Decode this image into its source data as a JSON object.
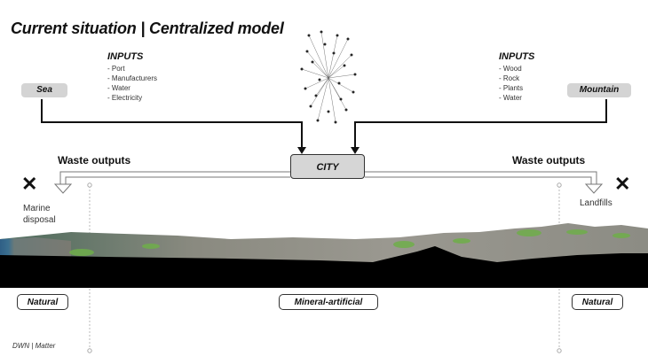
{
  "title": "Current situation | Centralized model",
  "left_inputs": {
    "heading": "INPUTS",
    "items": [
      "- Port",
      "- Manufacturers",
      "- Water",
      "- Electricity"
    ]
  },
  "right_inputs": {
    "heading": "INPUTS",
    "items": [
      "- Wood",
      "- Rock",
      "- Plants",
      "- Water"
    ]
  },
  "sources": {
    "left": "Sea",
    "right": "Mountain"
  },
  "center": "CITY",
  "waste": {
    "left": "Waste outputs",
    "right": "Waste outputs"
  },
  "destinations": {
    "left_line1": "Marine",
    "left_line2": "disposal",
    "right": "Landfills"
  },
  "zones": {
    "left": "Natural",
    "center": "Mineral-artificial",
    "right": "Natural"
  },
  "credit": "DWN | Matter",
  "colors": {
    "pill": "#d4d4d4",
    "ground": "#000000",
    "sea": "#2f5f86",
    "vegetation": "#6fae4a"
  }
}
